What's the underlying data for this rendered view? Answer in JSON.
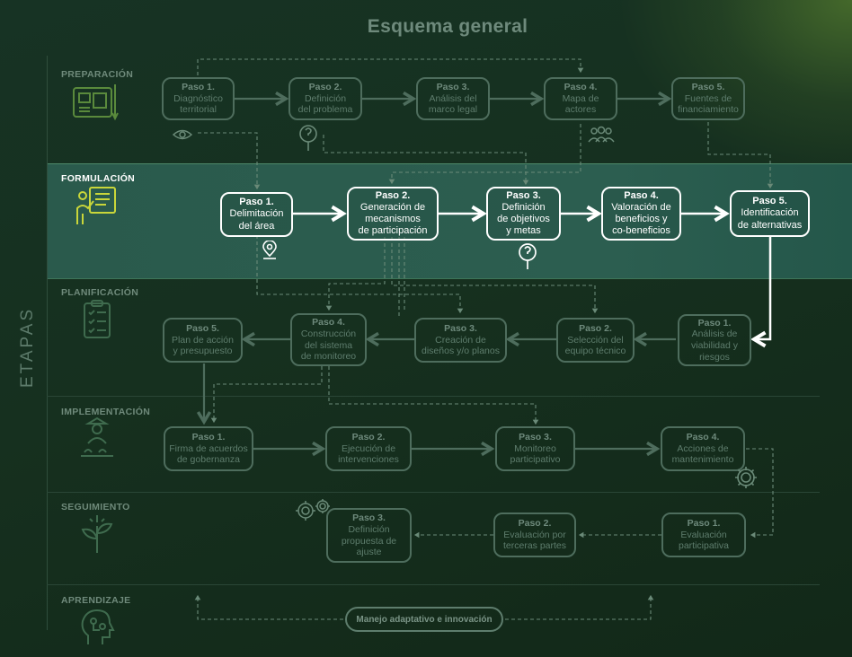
{
  "title": "Esquema general",
  "side_label": "ETAPAS",
  "stages": [
    {
      "label": "PREPARACIÓN",
      "icon": "blueprint-icon"
    },
    {
      "label": "FORMULACIÓN",
      "icon": "presenter-board-icon"
    },
    {
      "label": "PLANIFICACIÓN",
      "icon": "checklist-icon"
    },
    {
      "label": "IMPLEMENTACIÓN",
      "icon": "farmer-icon"
    },
    {
      "label": "SEGUIMIENTO",
      "icon": "seedling-icon"
    },
    {
      "label": "APRENDIZAJE",
      "icon": "head-circuit-icon"
    }
  ],
  "preparacion": [
    {
      "step": "Paso 1.",
      "text": "Diagnóstico\nterritorial"
    },
    {
      "step": "Paso 2.",
      "text": "Definición\ndel problema"
    },
    {
      "step": "Paso 3.",
      "text": "Análisis del\nmarco legal"
    },
    {
      "step": "Paso 4.",
      "text": "Mapa de\nactores"
    },
    {
      "step": "Paso 5.",
      "text": "Fuentes de\nfinanciamiento"
    }
  ],
  "formulacion": [
    {
      "step": "Paso 1.",
      "text": "Delimitación\ndel área"
    },
    {
      "step": "Paso 2.",
      "text": "Generación de\nmecanismos\nde participación"
    },
    {
      "step": "Paso 3.",
      "text": "Definición\nde objetivos\ny metas"
    },
    {
      "step": "Paso 4.",
      "text": "Valoración de\nbeneficios y\nco-beneficios"
    },
    {
      "step": "Paso 5.",
      "text": "Identificación\nde alternativas"
    }
  ],
  "planificacion": [
    {
      "step": "Paso 1.",
      "text": "Análisis de\nviabilidad y\nriesgos"
    },
    {
      "step": "Paso 2.",
      "text": "Selección del\nequipo técnico"
    },
    {
      "step": "Paso 3.",
      "text": "Creación de\ndiseños y/o planos"
    },
    {
      "step": "Paso 4.",
      "text": "Construcción\ndel sistema\nde monitoreo"
    },
    {
      "step": "Paso 5.",
      "text": "Plan de acción\ny presupuesto"
    }
  ],
  "implementacion": [
    {
      "step": "Paso 1.",
      "text": "Firma de acuerdos\nde gobernanza"
    },
    {
      "step": "Paso 2.",
      "text": "Ejecución de\nintervenciones"
    },
    {
      "step": "Paso 3.",
      "text": "Monitoreo\nparticipativo"
    },
    {
      "step": "Paso 4.",
      "text": "Acciones de\nmantenimiento"
    }
  ],
  "seguimiento": [
    {
      "step": "Paso 1.",
      "text": "Evaluación\nparticipativa"
    },
    {
      "step": "Paso 2.",
      "text": "Evaluación por\nterceras partes"
    },
    {
      "step": "Paso 3.",
      "text": "Definición\npropuesta de\najuste"
    }
  ],
  "aprendizaje": {
    "pill": "Manejo adaptativo e innovación"
  },
  "colors": {
    "active": "#ffffff",
    "muted": "#4e6d5d",
    "band": "#2b5c4e",
    "accent_icon": "#c9d63a"
  }
}
